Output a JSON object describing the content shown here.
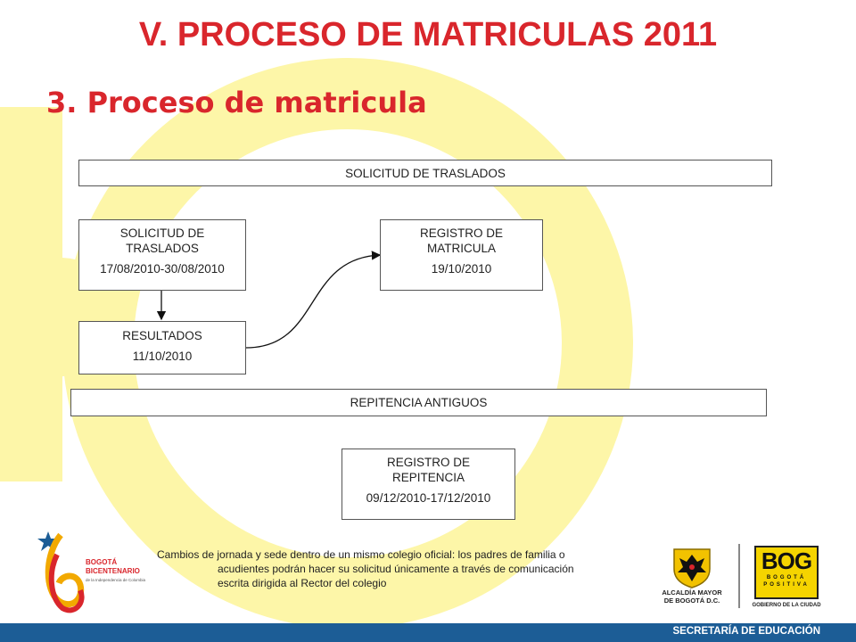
{
  "header": {
    "title": "V. PROCESO DE MATRICULAS 2011",
    "subtitle": "3. Proceso de matricula"
  },
  "flow": {
    "traslados_bar": "SOLICITUD DE TRASLADOS",
    "solicitud_box": {
      "label": "SOLICITUD DE TRASLADOS",
      "date": "17/08/2010-30/08/2010"
    },
    "registro_matricula_box": {
      "label": "REGISTRO DE MATRICULA",
      "date": "19/10/2010"
    },
    "resultados_box": {
      "label": "RESULTADOS",
      "date": "11/10/2010"
    },
    "repitencia_bar": "REPITENCIA ANTIGUOS",
    "registro_repitencia_box": {
      "label": "REGISTRO DE REPITENCIA",
      "date": "09/12/2010-17/12/2010"
    }
  },
  "note": {
    "line1": "Cambios de jornada y sede dentro de un mismo colegio oficial: los padres de familia o",
    "line2": "acudientes podrán hacer su solicitud únicamente a través de comunicación",
    "line3": "escrita dirigida al Rector del colegio"
  },
  "logos": {
    "bicentenario_line1": "BOGOTÁ",
    "bicentenario_line2": "BICENTENARIO",
    "bicentenario_line3": "de la Independencia de Colombia",
    "alcaldia_line1": "ALCALDÍA MAYOR",
    "alcaldia_line2": "DE BOGOTÁ D.C.",
    "bog_main": "BOG",
    "bog_sub1": "BOGOTÁ",
    "bog_sub2": "POSITIVA",
    "bog_caption": "GOBIERNO DE LA CIUDAD"
  },
  "footer": {
    "label": "SECRETARÍA DE EDUCACIÓN"
  },
  "colors": {
    "title_red": "#d9262c",
    "footer_blue": "#1c5d96",
    "watermark_yellow": "#fdf6a8",
    "bog_yellow": "#f5d400"
  }
}
